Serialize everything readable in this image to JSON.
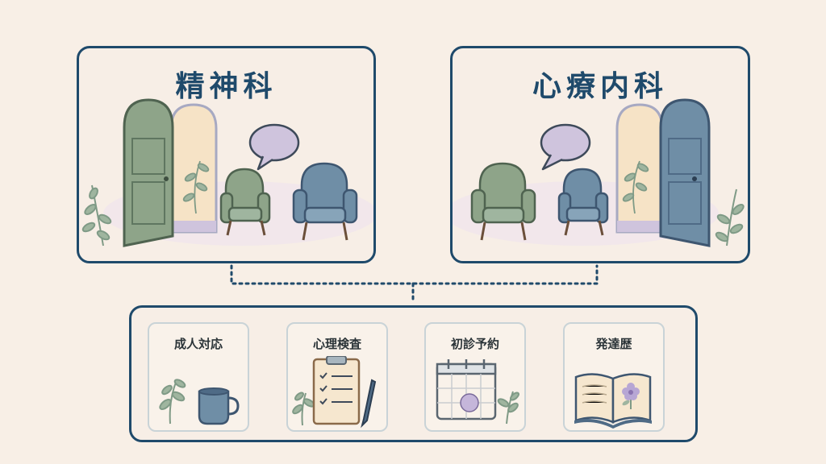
{
  "panels": {
    "left_title": "精神科",
    "right_title": "心療内科"
  },
  "cards": [
    {
      "label": "成人対応",
      "icon": "coffee-mug-icon"
    },
    {
      "label": "心理検査",
      "icon": "clipboard-checklist-icon"
    },
    {
      "label": "初診予約",
      "icon": "calendar-icon"
    },
    {
      "label": "発達歴",
      "icon": "open-book-icon"
    }
  ],
  "colors": {
    "border": "#1f4a6b",
    "background": "#f8efe6",
    "sage_green": "#7f9a86",
    "slate_blue": "#6f8ea6",
    "lavender": "#cfc4dd"
  }
}
